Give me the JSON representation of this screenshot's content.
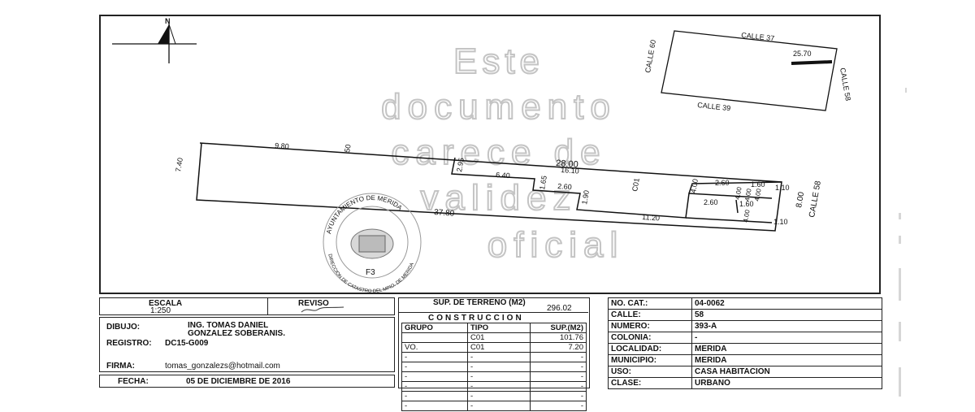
{
  "plan": {
    "north_label": "N",
    "watermark": [
      "Este",
      "documento",
      "carece de",
      "validez",
      "oficial"
    ],
    "location_map": {
      "street_top": "CALLE 37",
      "street_left": "CALLE 60",
      "street_right": "CALLE 58",
      "street_bottom": "CALLE 39",
      "distance": "25.70"
    },
    "dimensions": {
      "left": "7.40",
      "top_left": "9.80",
      "top_mid": "50",
      "top_long": "28.00",
      "inner_long": "16.10",
      "bottom": "37.80",
      "bottom_right": "11.20",
      "d1": "2.95",
      "d2": "6.40",
      "d3": "1.65",
      "d4": "2.60",
      "d5": "1.90",
      "room": "C01",
      "d6": "4.00",
      "d7": "2.60",
      "d8": "1.60",
      "d9": "1.10",
      "d10": "4.00",
      "d11": "4.00",
      "d12": "4.00",
      "d13": "2.60",
      "d14": "1.60",
      "d15": "4.00",
      "d16": "1.10",
      "right_depth": "8.00",
      "right_street": "CALLE 58"
    },
    "seal": {
      "top_text": "AYUNTAMIENTO DE MERIDA",
      "bottom_text": "DIRECCION DE CATASTRO DEL MPIO. DE MERIDA",
      "code": "F3"
    }
  },
  "footer": {
    "escala_label": "ESCALA",
    "escala_value": "1:250",
    "reviso_label": "REVISO",
    "dibujo_label": "DIBUJO:",
    "dibujo_line1": "ING. TOMAS DANIEL",
    "dibujo_line2": "GONZALEZ SOBERANIS.",
    "registro_label": "REGISTRO:",
    "registro_value": "DC15-G009",
    "firma_label": "FIRMA:",
    "firma_value": "tomas_gonzalezs@hotmail.com",
    "fecha_label": "FECHA:",
    "fecha_value": "05 DE DICIEMBRE DE 2016",
    "sup_terreno_label": "SUP. DE TERRENO (M2)",
    "sup_terreno_value": "296.02",
    "construccion_label": "CONSTRUCCION",
    "construccion_headers": [
      "GRUPO",
      "TIPO",
      "SUP.(M2)"
    ],
    "construccion_rows": [
      [
        "",
        "C01",
        "101.76"
      ],
      [
        "VO.",
        "C01",
        "7.20"
      ],
      [
        "-",
        "-",
        "-"
      ],
      [
        "-",
        "-",
        "-"
      ],
      [
        "-",
        "-",
        "-"
      ],
      [
        "-",
        "-",
        "-"
      ],
      [
        "-",
        "-",
        "-"
      ],
      [
        "-",
        "-",
        "-"
      ]
    ],
    "info_rows": [
      [
        "NO. CAT.:",
        "04-0062"
      ],
      [
        "CALLE:",
        "58"
      ],
      [
        "NUMERO:",
        "393-A"
      ],
      [
        "COLONIA:",
        "-"
      ],
      [
        "LOCALIDAD:",
        "MERIDA"
      ],
      [
        "MUNICIPIO:",
        "MERIDA"
      ],
      [
        "USO:",
        "CASA HABITACION"
      ],
      [
        "CLASE:",
        "URBANO"
      ]
    ]
  }
}
